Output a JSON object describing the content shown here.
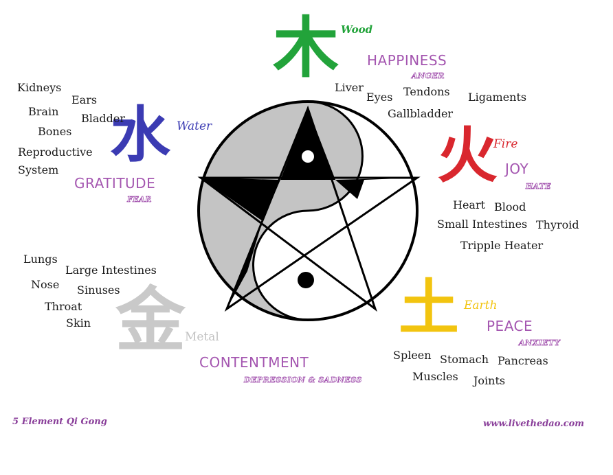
{
  "colors": {
    "wood": "#22a33a",
    "fire": "#d9272e",
    "earth": "#f2c40f",
    "metal": "#c9c9c9",
    "water": "#3b3bb3",
    "emotion": "#a456b0"
  },
  "wood": {
    "glyph": "木",
    "name": "Wood",
    "positive": "HAPPINESS",
    "negative": "ANGER",
    "organs": [
      "Liver",
      "Eyes",
      "Tendons",
      "Gallbladder",
      "Ligaments"
    ]
  },
  "fire": {
    "glyph": "火",
    "name": "Fire",
    "positive": "JOY",
    "negative": "HATE",
    "organs": [
      "Heart",
      "Blood",
      "Small Intestines",
      "Thyroid",
      "Tripple Heater"
    ]
  },
  "earth": {
    "glyph": "土",
    "name": "Earth",
    "positive": "PEACE",
    "negative": "ANXIETY",
    "organs": [
      "Spleen",
      "Stomach",
      "Pancreas",
      "Muscles",
      "Joints"
    ]
  },
  "metal": {
    "glyph": "金",
    "name": "Metal",
    "positive": "CONTENTMENT",
    "negative": "DEPRESSION & SADNESS",
    "organs": [
      "Lungs",
      "Large Intestines",
      "Nose",
      "Sinuses",
      "Throat",
      "Skin"
    ]
  },
  "water": {
    "glyph": "水",
    "name": "Water",
    "positive": "GRATITUDE",
    "negative": "FEAR",
    "organs": [
      "Kidneys",
      "Ears",
      "Brain",
      "Bladder",
      "Bones",
      "Reproductive",
      "System"
    ]
  },
  "footer": {
    "left": "5 Element Qi Gong",
    "right": "www.livethedao.com"
  }
}
